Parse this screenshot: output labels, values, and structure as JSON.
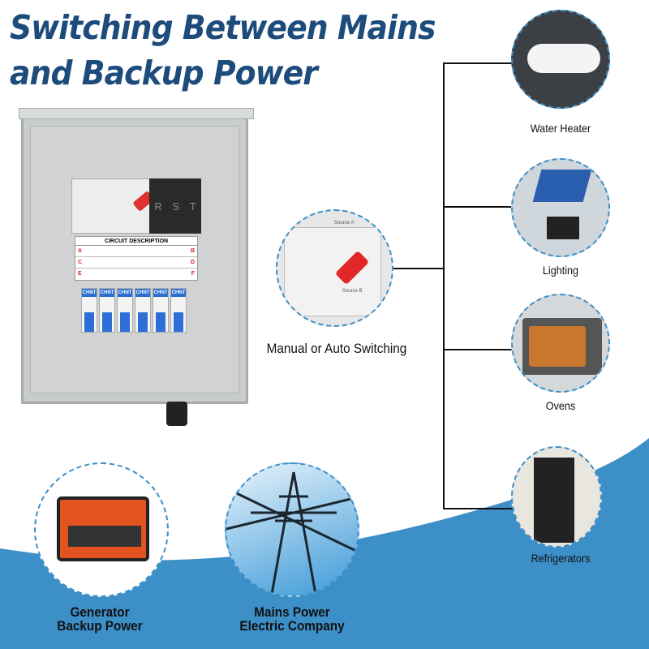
{
  "title": "Switching Between Mains and Backup Power",
  "colors": {
    "title": "#1d4c7c",
    "accent_blue": "#3d8fc7",
    "handle_red": "#e03030"
  },
  "panel": {
    "terminal_labels": [
      "R",
      "S",
      "T"
    ],
    "circuit_description": {
      "header": "CIRCUIT DESCRIPTION",
      "rows": [
        [
          "A",
          "B"
        ],
        [
          "C",
          "D"
        ],
        [
          "E",
          "F"
        ]
      ]
    },
    "breaker_brand": "CHNT",
    "zoom_labels": {
      "source_a": "Source A",
      "source_b": "Source B"
    }
  },
  "center_label": "Manual or Auto Switching",
  "loads": [
    {
      "label": "Water Heater",
      "icon": "water-heater"
    },
    {
      "label": "Lighting",
      "icon": "solar-light"
    },
    {
      "label": "Ovens",
      "icon": "oven"
    },
    {
      "label": "Refrigerators",
      "icon": "refrigerator"
    }
  ],
  "sources": [
    {
      "label_line1": "Generator",
      "label_line2": "Backup Power",
      "icon": "generator"
    },
    {
      "label_line1": "Mains Power",
      "label_line2": "Electric Company",
      "icon": "power-tower"
    }
  ]
}
